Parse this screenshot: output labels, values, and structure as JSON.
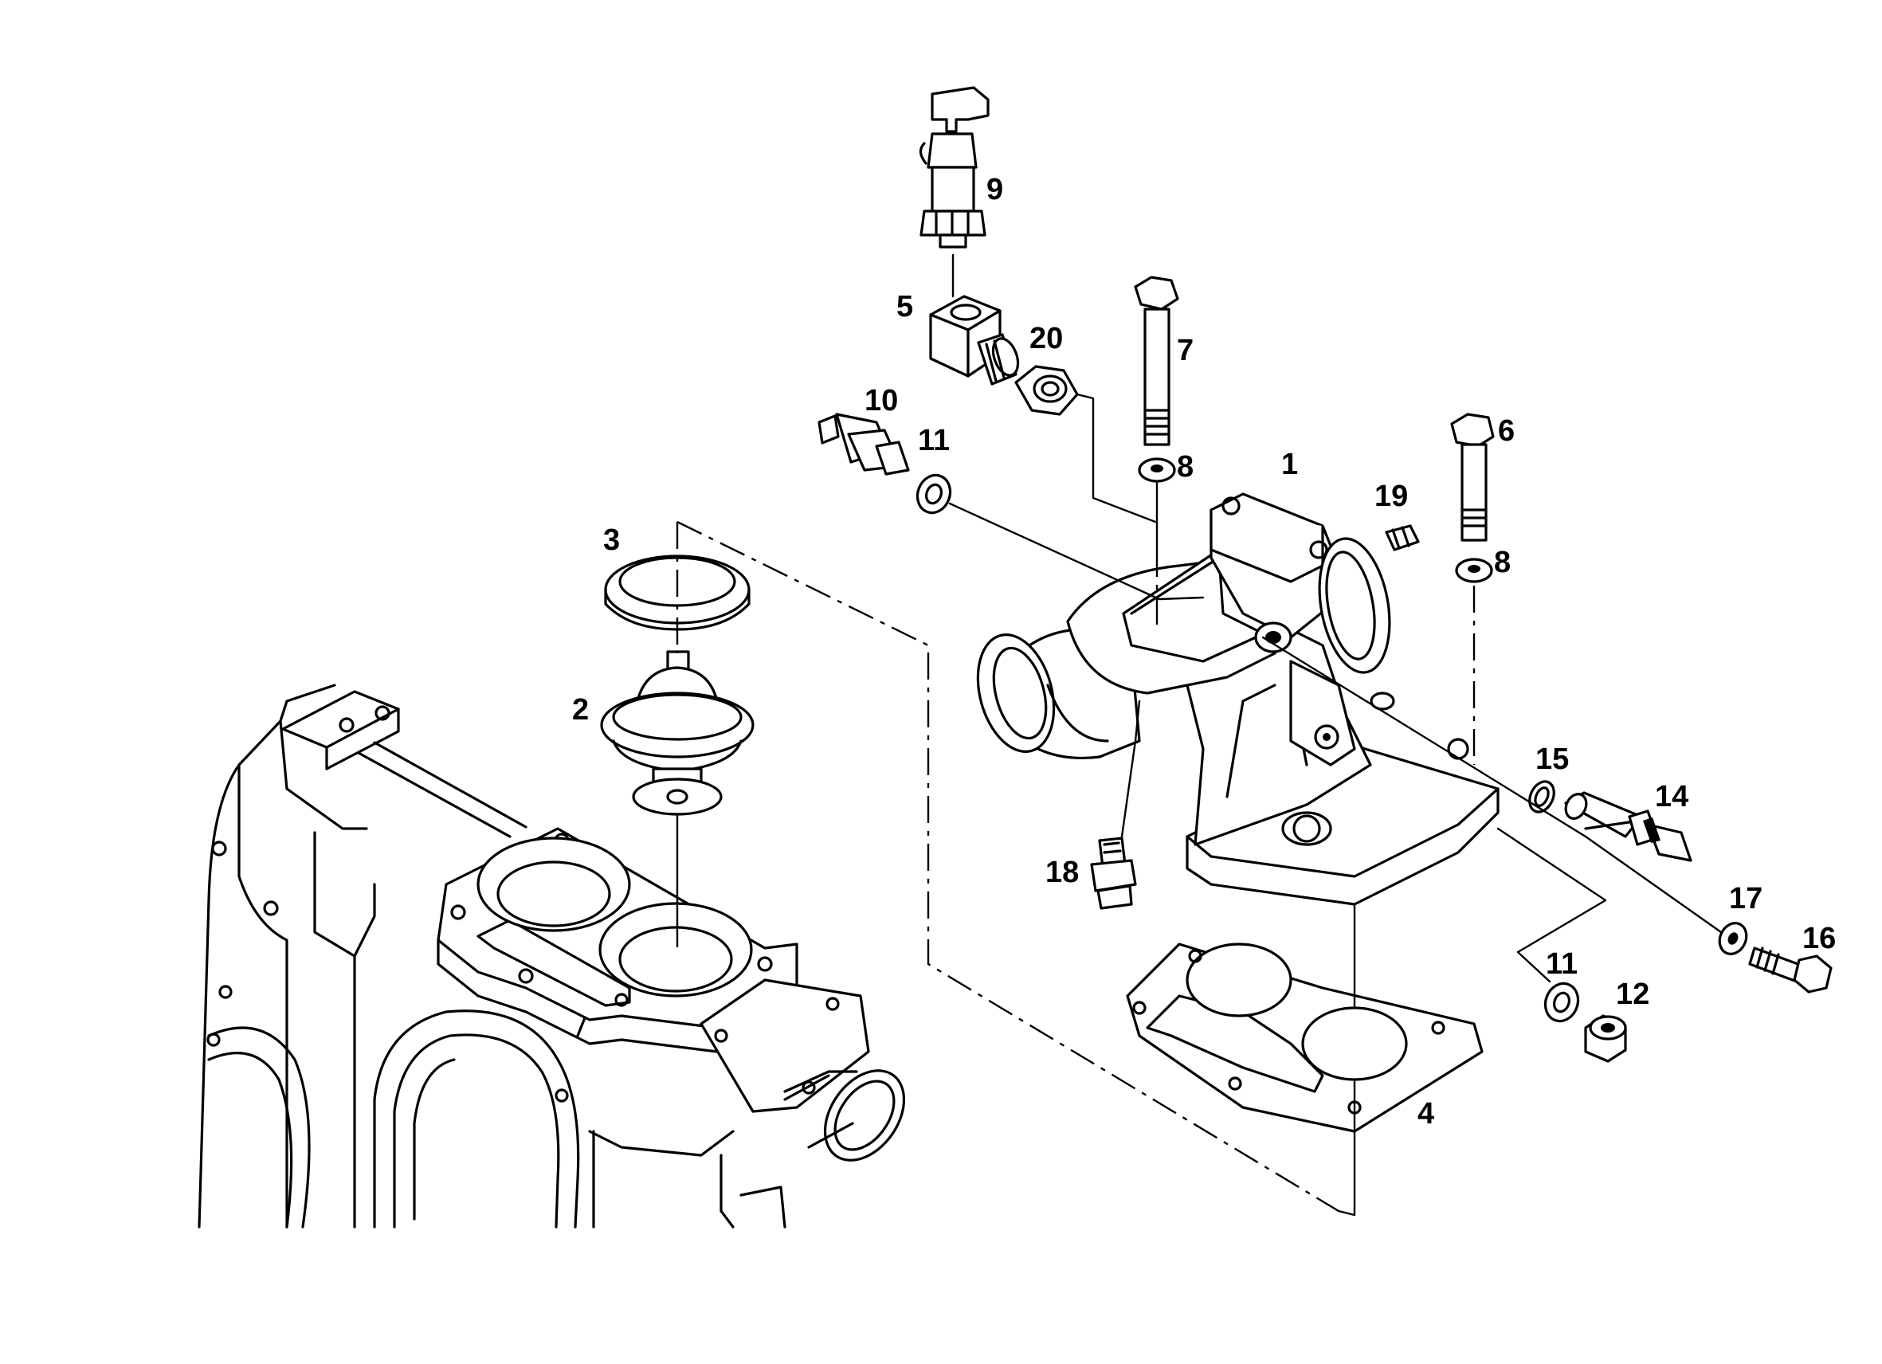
{
  "diagram": {
    "labels": {
      "p1": "1",
      "p2": "2",
      "p3": "3",
      "p4": "4",
      "p5": "5",
      "p6": "6",
      "p7": "7",
      "p8a": "8",
      "p8b": "8",
      "p9": "9",
      "p10": "10",
      "p11a": "11",
      "p11b": "11",
      "p12": "12",
      "p14": "14",
      "p15": "15",
      "p16": "16",
      "p17": "17",
      "p18": "18",
      "p19": "19",
      "p20": "20"
    }
  }
}
